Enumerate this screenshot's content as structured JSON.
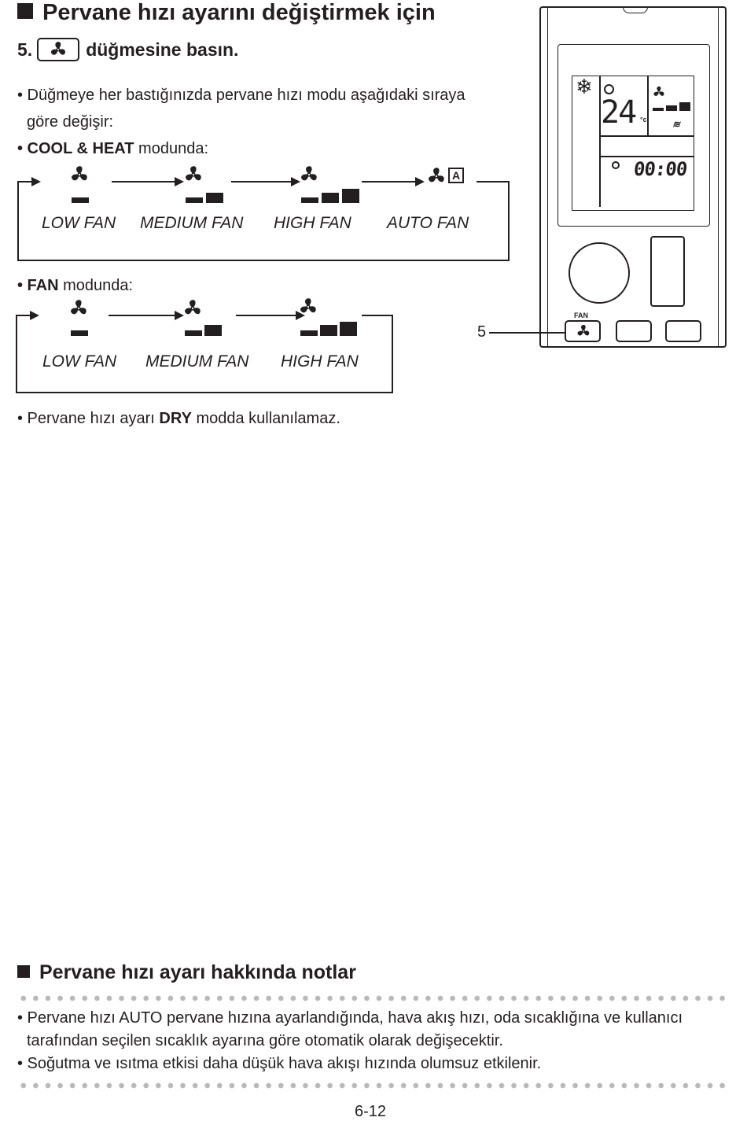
{
  "heading": "Pervane hızı ayarını değiştirmek için",
  "step": {
    "number": "5.",
    "text": "düğmesine basın."
  },
  "bullets": {
    "b1_line1": "• Düğmeye her bastığınızda pervane hızı modu aşağıdaki sıraya",
    "b1_line2": "göre değişir:",
    "cool_heat_bold": "• COOL & HEAT",
    "cool_heat_rest": " modunda:",
    "fan_bold": "• FAN",
    "fan_rest": " modunda:",
    "dry_pre": "• Pervane hızı ayarı ",
    "dry_bold": "DRY",
    "dry_post": " modda kullanılamaz."
  },
  "cool_heat_sequence": [
    "LOW FAN",
    "MEDIUM FAN",
    "HIGH FAN",
    "AUTO FAN"
  ],
  "fan_sequence": [
    "LOW FAN",
    "MEDIUM FAN",
    "HIGH FAN"
  ],
  "remote": {
    "temperature": "24",
    "temp_unit": "°c",
    "timer": "00:00",
    "fan_button_label": "FAN",
    "callout": "5"
  },
  "notes": {
    "heading": "Pervane hızı ayarı hakkında notlar",
    "n1_line1": "• Pervane hızı AUTO pervane hızına ayarlandığında, hava akış hızı, oda sıcaklığına ve kullanıcı",
    "n1_line2": "tarafından seçilen sıcaklık ayarına göre otomatik olarak değişecektir.",
    "n2": "• Soğutma ve ısıtma etkisi daha düşük hava akışı hızında olumsuz etkilenir."
  },
  "page_number": "6-12",
  "icons": [
    "fan-icon",
    "auto-icon",
    "snowflake-icon",
    "timer-icon",
    "arrow-right-icon"
  ]
}
